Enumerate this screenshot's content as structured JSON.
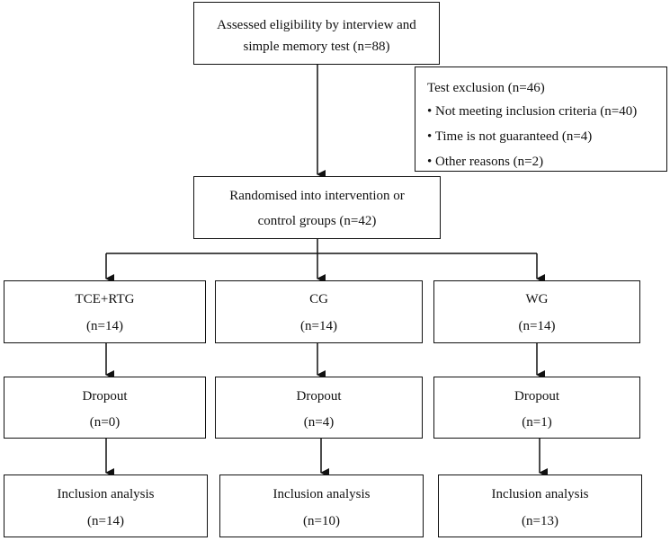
{
  "eligibility": {
    "line1": "Assessed eligibility by interview and",
    "line2": "simple memory test (n=88)"
  },
  "exclusion": {
    "title": "Test exclusion (n=46)",
    "items": [
      "Not meeting inclusion criteria (n=40)",
      "Time is not guaranteed (n=4)",
      "Other reasons (n=2)"
    ]
  },
  "randomised": {
    "line1": "Randomised into intervention or",
    "line2": "control groups (n=42)"
  },
  "groups": [
    {
      "name": "TCE+RTG",
      "n": "(n=14)",
      "dropout_label": "Dropout",
      "dropout_n": "(n=0)",
      "analysis_label": "Inclusion analysis",
      "analysis_n": "(n=14)"
    },
    {
      "name": "CG",
      "n": "(n=14)",
      "dropout_label": "Dropout",
      "dropout_n": "(n=4)",
      "analysis_label": "Inclusion analysis",
      "analysis_n": "(n=10)"
    },
    {
      "name": "WG",
      "n": "(n=14)",
      "dropout_label": "Dropout",
      "dropout_n": "(n=1)",
      "analysis_label": "Inclusion analysis",
      "analysis_n": "(n=13)"
    }
  ]
}
